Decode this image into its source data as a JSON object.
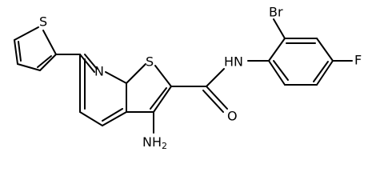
{
  "molecule": {
    "atoms": {
      "thiophene_s": "S",
      "pyridine_n": "N",
      "fused_s": "S",
      "amide_nh": "HN",
      "bromine": "Br",
      "fluorine": "F",
      "carbonyl_o": "O",
      "amine_nh2": "NH",
      "amine_nh2_sub": "2"
    }
  }
}
